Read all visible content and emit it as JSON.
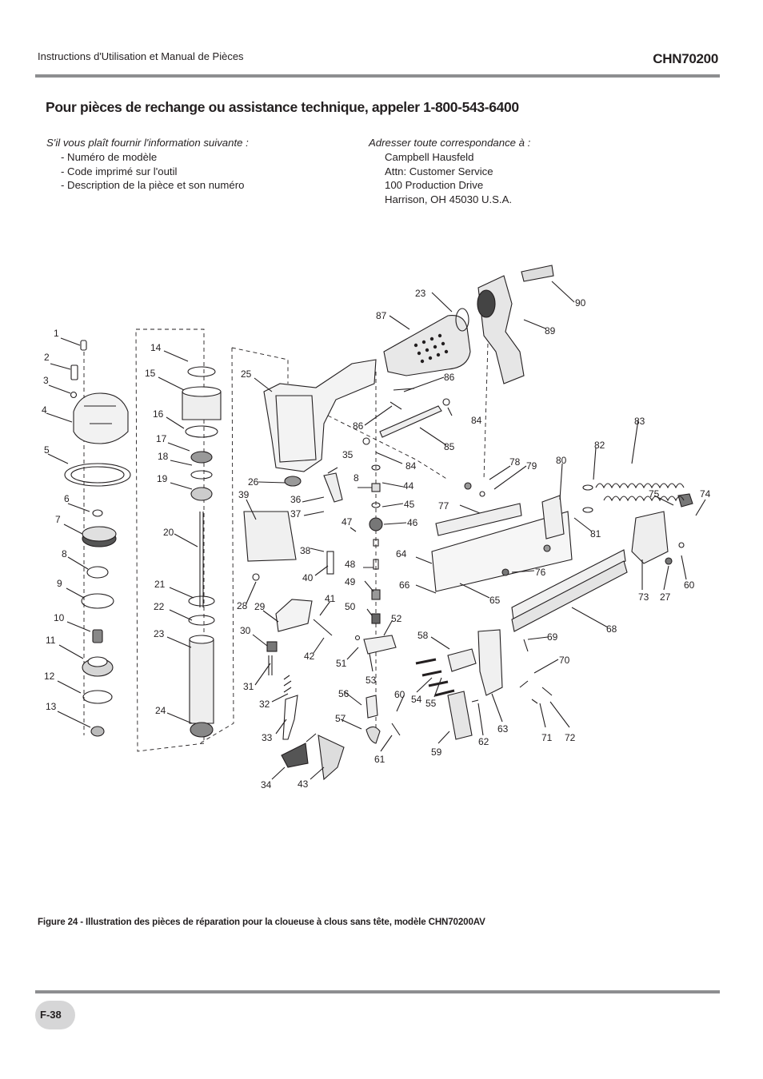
{
  "header": {
    "left": "Instructions d'Utilisation et Manual de Pièces",
    "right": "CHN70200"
  },
  "title": "Pour pièces de rechange ou assistance technique, appeler 1-800-543-6400",
  "left_info": {
    "lead": "S'il vous plaît fournir l'information suivante :",
    "items": [
      "- Numéro de modèle",
      "- Code imprimé sur l'outil",
      "- Description de la pièce et son numéro"
    ]
  },
  "right_info": {
    "lead": "Adresser toute correspondance à :",
    "lines": [
      "Campbell Hausfeld",
      "Attn: Customer Service",
      "100 Production Drive",
      "Harrison, OH   45030   U.S.A."
    ]
  },
  "diagram_labels": {
    "l1": "1",
    "l2": "2",
    "l3": "3",
    "l4": "4",
    "l5": "5",
    "l6": "6",
    "l7": "7",
    "l8": "8",
    "l9": "9",
    "l10": "10",
    "l11": "11",
    "l12": "12",
    "l13": "13",
    "l14": "14",
    "l15": "15",
    "l16": "16",
    "l17": "17",
    "l18": "18",
    "l19": "19",
    "l20": "20",
    "l21": "21",
    "l22": "22",
    "l23": "23",
    "l24": "24",
    "l25": "25",
    "l26": "26",
    "l27": "27",
    "l28": "28",
    "l29": "29",
    "l30": "30",
    "l31": "31",
    "l32": "32",
    "l33": "33",
    "l34": "34",
    "l35": "35",
    "l36": "36",
    "l37": "37",
    "l38": "38",
    "l39": "39",
    "l40": "40",
    "l41": "41",
    "l42": "42",
    "l43": "43",
    "l44": "44",
    "l45": "45",
    "l46": "46",
    "l47": "47",
    "l48": "48",
    "l49": "49",
    "l50": "50",
    "l51": "51",
    "l52": "52",
    "l53": "53",
    "l54": "54",
    "l55": "55",
    "l56": "56",
    "l57": "57",
    "l58": "58",
    "l59": "59",
    "l60": "60",
    "l61": "61",
    "l62": "62",
    "l63": "63",
    "l64": "64",
    "l65": "65",
    "l66": "66",
    "l68": "68",
    "l69": "69",
    "l70": "70",
    "l71": "71",
    "l72": "72",
    "l73": "73",
    "l74": "74",
    "l75": "75",
    "l76": "76",
    "l77": "77",
    "l78": "78",
    "l79": "79",
    "l80": "80",
    "l81": "81",
    "l82": "82",
    "l83": "83",
    "l84": "84",
    "l85": "85",
    "l86": "86",
    "l87": "87",
    "l89": "89",
    "l90": "90"
  },
  "caption": "Figure 24 - Illustration des pièces de réparation pour la cloueuse à clous sans tête, modèle CHN70200AV",
  "page_number": "F-38"
}
